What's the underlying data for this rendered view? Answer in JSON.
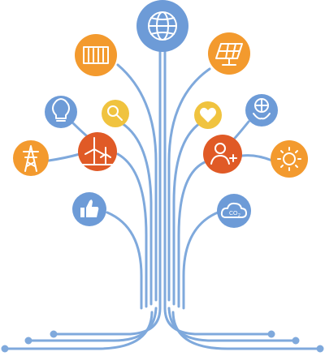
{
  "colors": {
    "branch": "#7fa9dc",
    "blue": "#6d9bd7",
    "orange": "#f39a2e",
    "yellow": "#f0c33f",
    "red": "#e05a26",
    "background": "#ffffff"
  },
  "nodes": [
    {
      "id": "globe",
      "icon": "globe-icon",
      "color": "blue"
    },
    {
      "id": "hydro",
      "icon": "hydro-dam-icon",
      "color": "orange"
    },
    {
      "id": "solar",
      "icon": "solar-panel-icon",
      "color": "orange"
    },
    {
      "id": "bulb",
      "icon": "light-bulb-icon",
      "color": "blue"
    },
    {
      "id": "magnifier",
      "icon": "magnifier-icon",
      "color": "yellow"
    },
    {
      "id": "heart",
      "icon": "heart-icon",
      "color": "yellow"
    },
    {
      "id": "bio-globe",
      "icon": "bio-globe-icon",
      "color": "blue"
    },
    {
      "id": "pylon",
      "icon": "power-pylon-icon",
      "color": "orange"
    },
    {
      "id": "wind",
      "icon": "wind-turbine-icon",
      "color": "red"
    },
    {
      "id": "add-user",
      "icon": "add-user-icon",
      "color": "red"
    },
    {
      "id": "sun",
      "icon": "sun-icon",
      "color": "orange"
    },
    {
      "id": "like",
      "icon": "thumbs-up-icon",
      "color": "blue"
    },
    {
      "id": "co2",
      "icon": "co2-cloud-icon",
      "color": "blue"
    }
  ],
  "labels": {
    "co2": "CO",
    "co2_sub": "2"
  }
}
